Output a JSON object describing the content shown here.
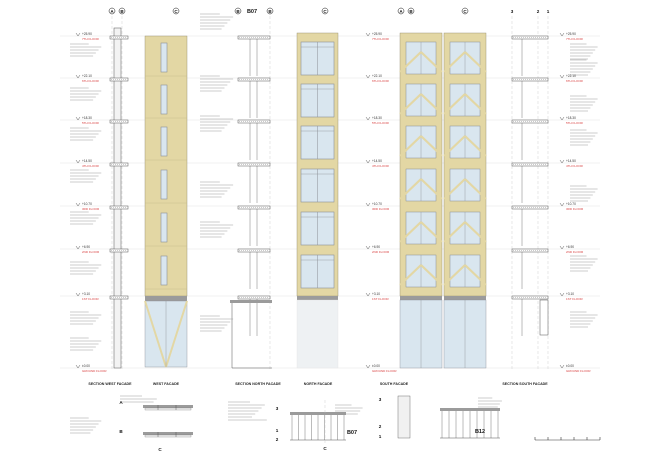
{
  "titles": {
    "section_west": "SECTION WEST FACADE",
    "west_facade": "WEST FACADE",
    "section_north": "SECTION NORTH FACADE",
    "north_facade": "NORTH FACADE",
    "south_facade": "SOUTH FACADE",
    "section_south": "SECTION SOUTH FACADE"
  },
  "axes": {
    "section_west": [
      "A",
      "B"
    ],
    "west_facade": "C",
    "section_north": [
      "B",
      "B07",
      "B"
    ],
    "north_facade": "C",
    "section_south_left": [
      "A",
      "B"
    ],
    "south_facade": "C",
    "section_south_right": [
      "3",
      "2",
      "1"
    ],
    "bottom_detail_left": [
      "A",
      "B",
      "C"
    ],
    "bottom_detail_mid": [
      "3",
      "B07",
      "C",
      "1",
      "2",
      "3"
    ],
    "bottom_detail_right": [
      "B12"
    ]
  },
  "elevations": {
    "levels": [
      "+25.90",
      "+22.10",
      "+18.30",
      "+14.50",
      "+10.70",
      "+6.90",
      "+3.10",
      "±0.00"
    ],
    "level_notes": [
      "7TH FLOOR",
      "6TH FLOOR",
      "5TH FLOOR",
      "4TH FLOOR",
      "3RD FLOOR",
      "2ND FLOOR",
      "1ST FLOOR",
      "GROUND FLOOR"
    ]
  },
  "colors": {
    "timber": "#e3d7a4",
    "glass": "#d9e6ef",
    "window_frame": "#8a8f96",
    "slab": "#9b9b9b",
    "line": "#555555",
    "red_text": "#d84040"
  }
}
